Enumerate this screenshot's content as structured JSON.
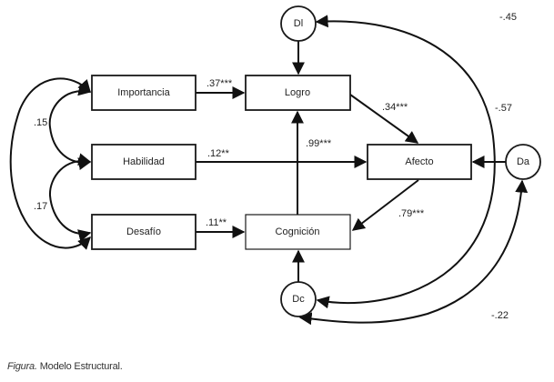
{
  "figure": {
    "caption_label": "Figura.",
    "caption_text": " Modelo Estructural."
  },
  "nodes": {
    "importancia": "Importancia",
    "habilidad": "Habilidad",
    "desafio": "Desafío",
    "logro": "Logro",
    "cognicion": "Cognición",
    "afecto": "Afecto",
    "dl": "Dl",
    "da": "Da",
    "dc": "Dc"
  },
  "paths": {
    "importancia_logro": ".37***",
    "habilidad_afecto": ".12**",
    "desafio_cognicion": ".11**",
    "logro_afecto": ".34***",
    "cognicion_logro": ".99***",
    "afecto_cognicion": ".79***"
  },
  "correlations": {
    "importancia_habilidad": ".15",
    "habilidad_desafio": ".17",
    "dl_dc": "-.45",
    "dl_da": "-.57",
    "da_dc": "-.22"
  }
}
